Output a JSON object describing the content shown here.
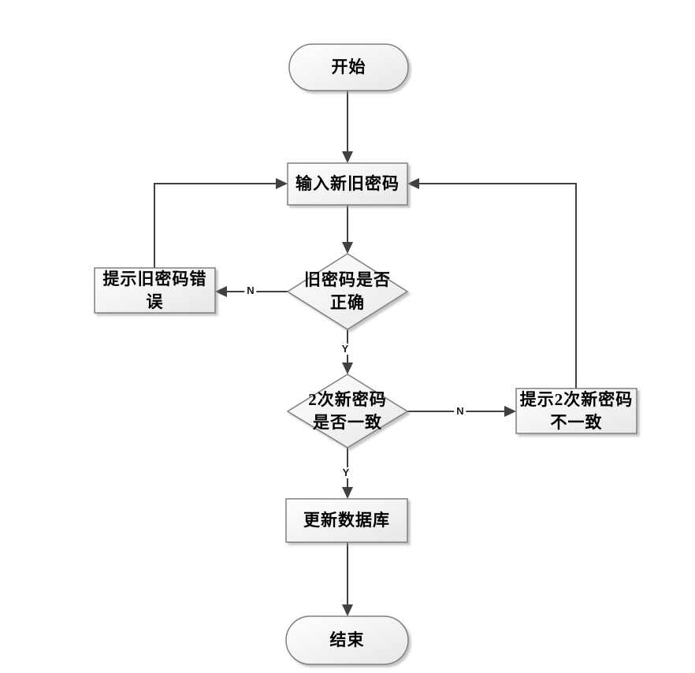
{
  "diagram": {
    "type": "flowchart",
    "description": "password change flow",
    "background": "#ffffff",
    "colors": {
      "node_fill_top": "#ffffff",
      "node_fill_bottom": "#e7e7e7",
      "node_border": "#7f7f7f",
      "connector": "#404040",
      "text": "#000000",
      "shadow": "#999999"
    },
    "nodes": {
      "start": {
        "shape": "terminator",
        "label": "开始"
      },
      "input": {
        "shape": "process",
        "label": "输入新旧密码"
      },
      "check_old": {
        "shape": "decision",
        "label": "旧密码是否正确",
        "lines": [
          "旧密码是否",
          "正确"
        ]
      },
      "old_error": {
        "shape": "process",
        "label": "提示旧密码错误",
        "lines": [
          "提示旧密码错",
          "误"
        ]
      },
      "check_match": {
        "shape": "decision",
        "label": "2次新密码是否一致",
        "lines": [
          "2次新密码",
          "是否一致"
        ]
      },
      "mismatch_error": {
        "shape": "process",
        "label": "提示2次新密码不一致",
        "lines": [
          "提示2次新密码",
          "不一致"
        ]
      },
      "update_db": {
        "shape": "process",
        "label": "更新数据库"
      },
      "end": {
        "shape": "terminator",
        "label": "结束"
      }
    },
    "edges": [
      {
        "from": "start",
        "to": "input",
        "label": ""
      },
      {
        "from": "input",
        "to": "check_old",
        "label": ""
      },
      {
        "from": "check_old",
        "to": "old_error",
        "label": "N"
      },
      {
        "from": "old_error",
        "to": "input",
        "label": ""
      },
      {
        "from": "check_old",
        "to": "check_match",
        "label": "Y"
      },
      {
        "from": "check_match",
        "to": "mismatch_error",
        "label": "N"
      },
      {
        "from": "mismatch_error",
        "to": "input",
        "label": ""
      },
      {
        "from": "check_match",
        "to": "update_db",
        "label": "Y"
      },
      {
        "from": "update_db",
        "to": "end",
        "label": ""
      }
    ]
  }
}
